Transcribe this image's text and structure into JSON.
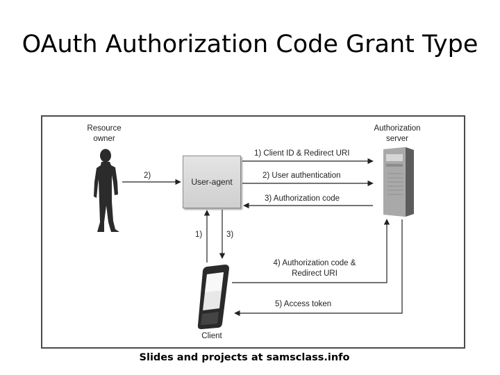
{
  "title": "OAuth Authorization Code Grant Type",
  "footer": "Slides and projects at samsclass.info",
  "diagram": {
    "nodes": {
      "resource_owner": "Resource\nowner",
      "user_agent": "User-agent",
      "authorization_server": "Authorization\nserver",
      "client": "Client"
    },
    "arrows": {
      "owner_to_agent": "2)",
      "client_id_redirect": "1) Client ID & Redirect URI",
      "user_authentication": "2) User authentication",
      "authorization_code": "3) Authorization code",
      "client_to_agent": "1)",
      "agent_to_client": "3)",
      "auth_code_redirect": "4) Authorization code &\nRedirect URI",
      "access_token": "5) Access token"
    }
  }
}
